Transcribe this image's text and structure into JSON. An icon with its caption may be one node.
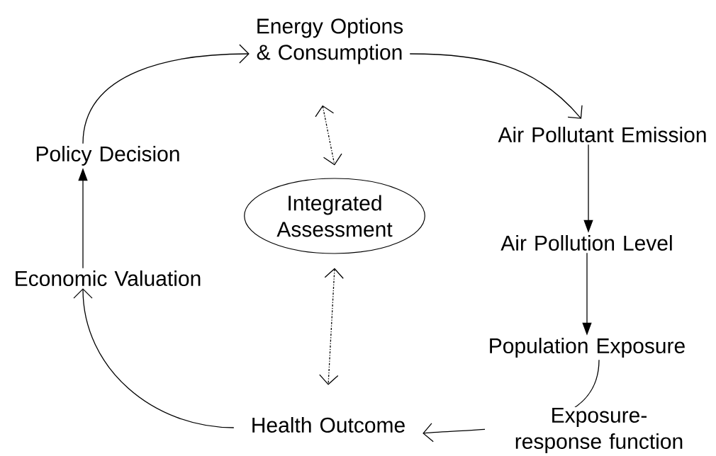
{
  "diagram": {
    "nodes": [
      {
        "text": [
          "Energy Options & Consumption"
        ]
      },
      {
        "text": [
          "Air Pollutant Emission"
        ]
      },
      {
        "text": [
          "Air Pollution Level"
        ]
      },
      {
        "text": [
          "Population Exposure"
        ]
      },
      {
        "text": [
          "Health Outcome"
        ]
      },
      {
        "text": [
          "Economic Valuation"
        ]
      },
      {
        "text": [
          "Policy Decision"
        ]
      },
      {
        "text": [
          "Integrated Assessment"
        ]
      }
    ],
    "edges": [
      {
        "from": 0,
        "to": 1,
        "arrow": "to"
      },
      {
        "from": 1,
        "to": 2,
        "arrow": "to"
      },
      {
        "from": 2,
        "to": 3,
        "arrow": "to"
      },
      {
        "from": 3,
        "to": 4,
        "arrow": "to",
        "label": "Exposure-response function"
      },
      {
        "from": 4,
        "to": 5,
        "arrow": "to"
      },
      {
        "from": 5,
        "to": 6,
        "arrow": "to"
      },
      {
        "from": 6,
        "to": 0,
        "arrow": "to"
      },
      {
        "from": 0,
        "to": 7,
        "arrow": "both",
        "style": "dashed"
      },
      {
        "from": 7,
        "to": 4,
        "arrow": "both",
        "style": "dashed"
      }
    ]
  }
}
